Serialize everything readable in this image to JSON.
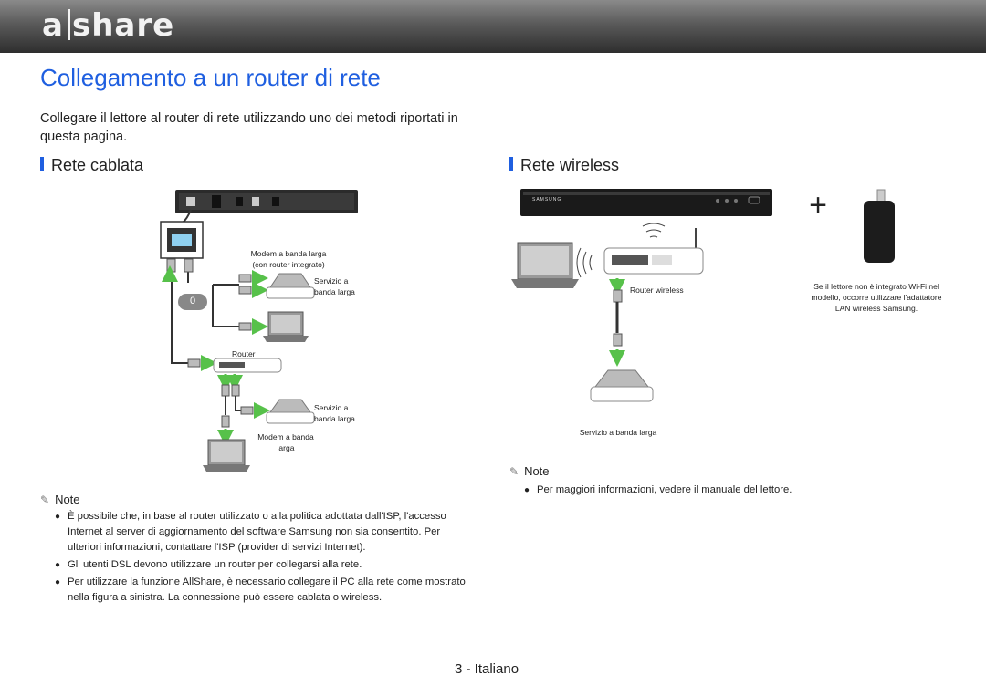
{
  "header": {
    "logo_prefix": "a",
    "logo_suffix": "share"
  },
  "page": {
    "title": "Collegamento a un router di rete",
    "intro": "Collegare il lettore al router di rete utilizzando uno dei metodi riportati in questa pagina."
  },
  "wired": {
    "heading": "Rete cablata",
    "label_modem_router": "Modem a banda larga",
    "label_modem_router2": "(con router integrato)",
    "label_service1": "Servizio a",
    "label_service1b": "banda larga",
    "badge": "0",
    "label_router": "Router",
    "label_service2": "Servizio a",
    "label_service2b": "banda larga",
    "label_modem": "Modem a banda",
    "label_modem_b": "larga",
    "note_heading": "Note",
    "notes": [
      "È possibile che, in base al router utilizzato o alla politica adottata dall'ISP, l'accesso Internet al server di aggiornamento del software Samsung non sia consentito. Per ulteriori informazioni, contattare l'ISP (provider di servizi Internet).",
      "Gli utenti DSL devono utilizzare un router per collegarsi alla rete.",
      "Per utilizzare la funzione AllShare, è necessario collegare il PC alla rete come mostrato nella figura a sinistra. La connessione può essere cablata o wireless."
    ]
  },
  "wireless": {
    "heading": "Rete wireless",
    "player_brand": "SAMSUNG",
    "plus": "+",
    "adapter_note1": "Se il lettore non è integrato Wi-Fi nel",
    "adapter_note2": "modello, occorre utilizzare l'adattatore",
    "adapter_note3": "LAN wireless Samsung.",
    "label_router": "Router wireless",
    "label_service": "Servizio a banda larga",
    "note_heading": "Note",
    "notes": [
      "Per maggiori informazioni, vedere il manuale del lettore."
    ]
  },
  "footer": {
    "page_label": "3 - Italiano"
  },
  "colors": {
    "title_blue": "#1f5fe0",
    "arrow_green": "#57c14a"
  }
}
